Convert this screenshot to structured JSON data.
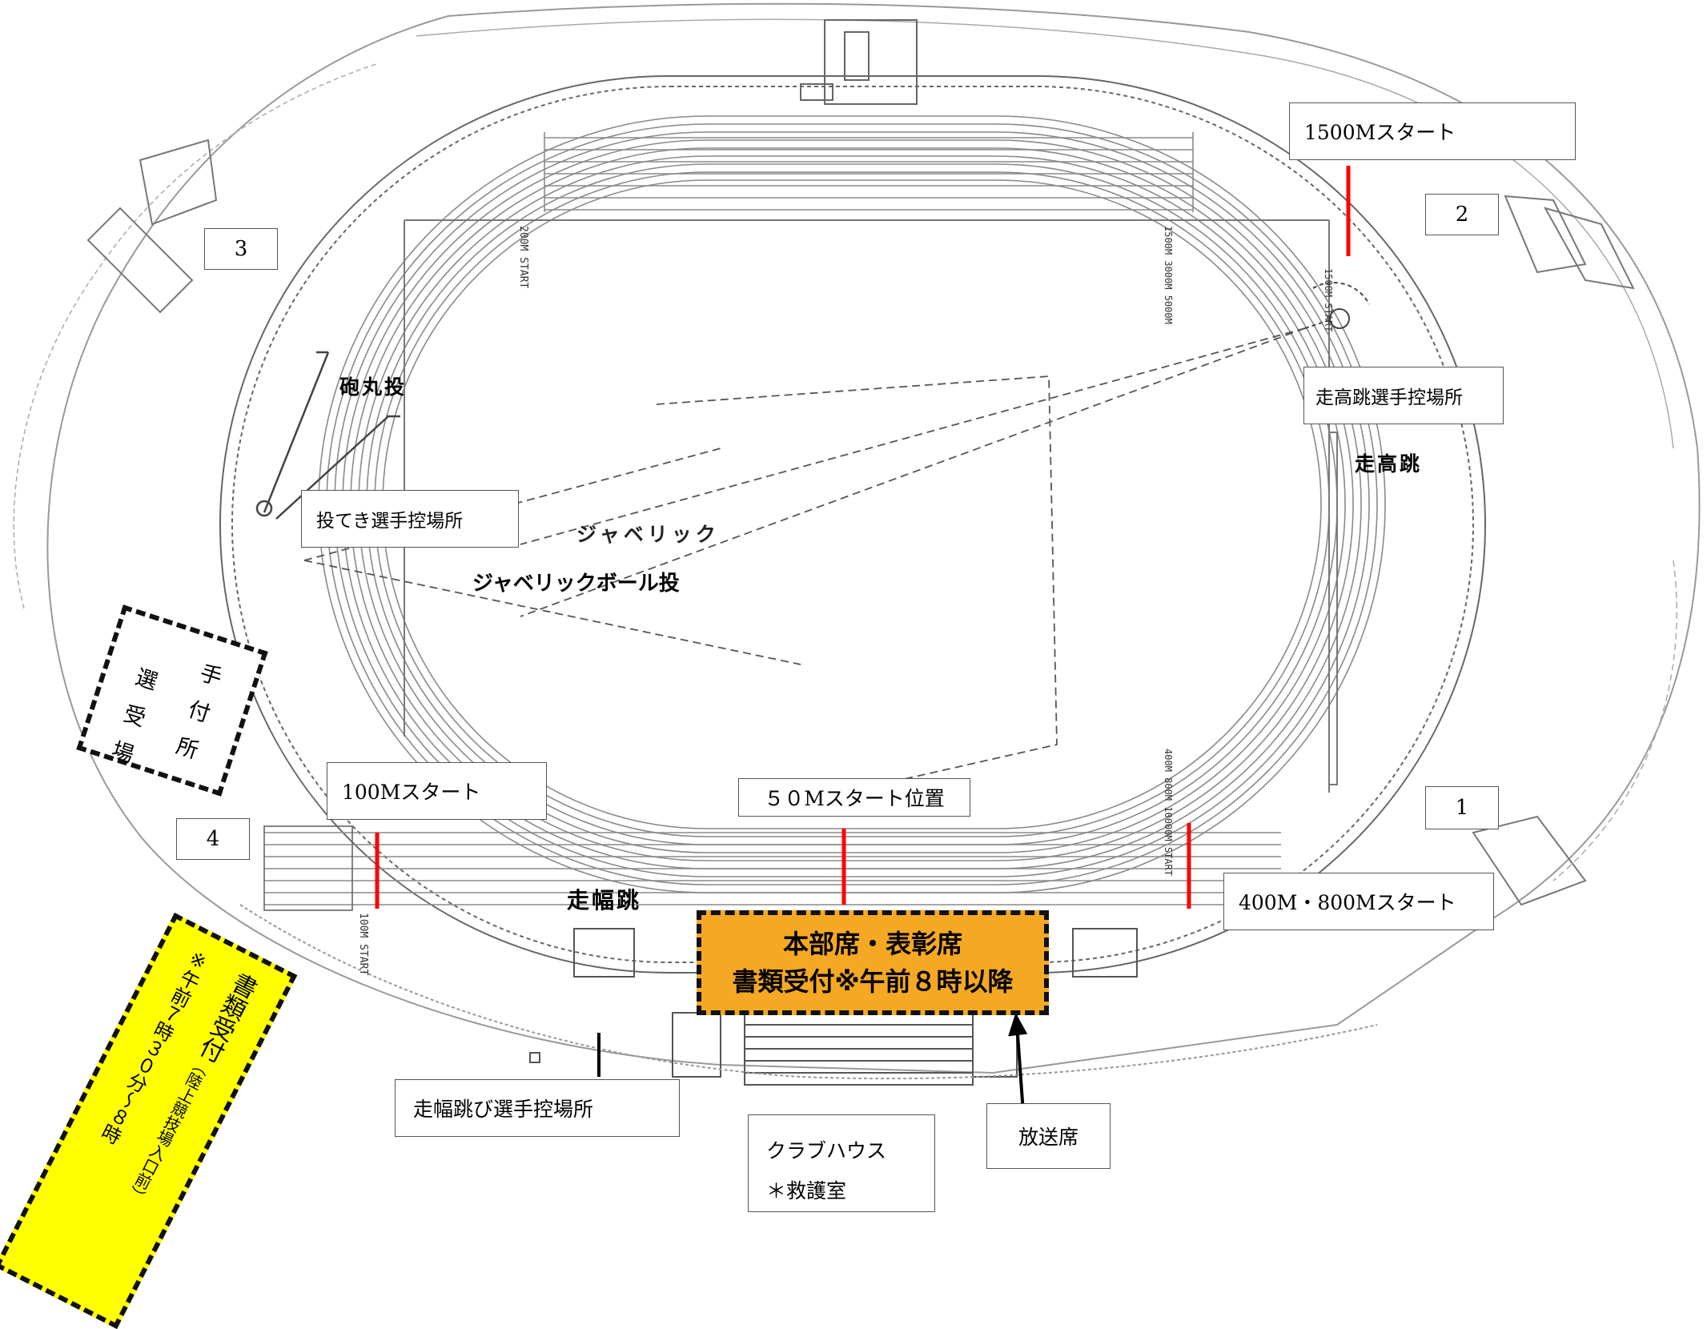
{
  "start_markers": {
    "m1500": "1500Mスタート",
    "m100": "100Mスタート",
    "m50": "５０Mスタート位置",
    "m400_800": "400M・800Mスタート"
  },
  "corners": [
    "1",
    "2",
    "3",
    "4"
  ],
  "events": {
    "shot_put": "砲丸投",
    "high_jump": "走高跳",
    "javelin": "ジャベリック",
    "javelin_ball": "ジャベリックボール投",
    "long_jump": "走幅跳"
  },
  "waiting_areas": {
    "high_jump": "走高跳選手控場所",
    "throwing": "投てき選手控場所",
    "long_jump": "走幅跳び選手控場所"
  },
  "headquarters": {
    "line1": "本部席・表彰席",
    "line2": "書類受付※午前８時以降"
  },
  "athlete_reception": {
    "chars": [
      "選",
      "手",
      "受",
      "付",
      "場",
      "所"
    ]
  },
  "document_reception": {
    "title": "書類受付",
    "location": "（陸上競技場入口前）",
    "time": "※午前７時３０分～８時"
  },
  "clubhouse": {
    "name": "クラブハウス",
    "first_aid": "＊救護室"
  },
  "broadcast_booth": "放送席",
  "track_labels": {
    "start_200": "200M START",
    "start_100": "100M START",
    "start_group_top": "1500M 3000M 5000M",
    "start_group_bottom": "400M 800M 10000M START",
    "start_right": "1500M START"
  },
  "colors": {
    "start_line": "#ff0000",
    "headquarters_fill": "#f5a823",
    "reception_fill": "#ffff00",
    "track_line": "#8a8a8a"
  }
}
